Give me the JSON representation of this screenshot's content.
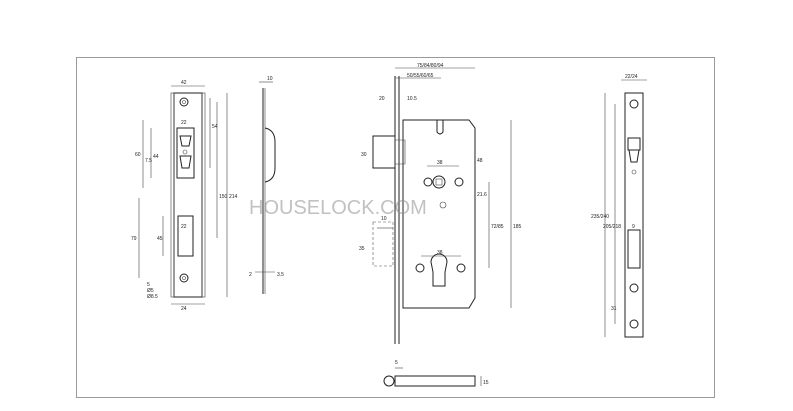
{
  "watermark": "HOUSELOCK.COM",
  "dimensions": {
    "face_width": "42",
    "face_thickness": "10",
    "strike_60": "60",
    "strike_7_5": "7.5",
    "strike_44": "44",
    "strike_54": "54",
    "strike_150": "150",
    "strike_214": "214",
    "strike_79": "79",
    "strike_45": "45",
    "strike_22": "22",
    "strike_bottom_5": "5",
    "strike_hole_a": "Ø5",
    "strike_hole_b": "Ø8.5",
    "strike_bottom_24": "24",
    "side_bottom_a": "2",
    "side_bottom_b": "3.5",
    "body_backset": "75/84/80/94",
    "body_distance": "50/55/60/65",
    "body_top_a": "20",
    "body_top_b": "10.5",
    "latch_30": "30",
    "body_38": "38",
    "body_48": "48",
    "body_21_6": "21.6",
    "body_72_85": "72/85",
    "body_185": "185",
    "bolt_10": "10",
    "bolt_35": "35",
    "body_bottom_38": "38",
    "plate_width": "22/24",
    "plate_235": "235/240",
    "plate_205": "205/218",
    "plate_31": "31",
    "plate_label": "9",
    "key_top": "5",
    "key_height": "15"
  }
}
